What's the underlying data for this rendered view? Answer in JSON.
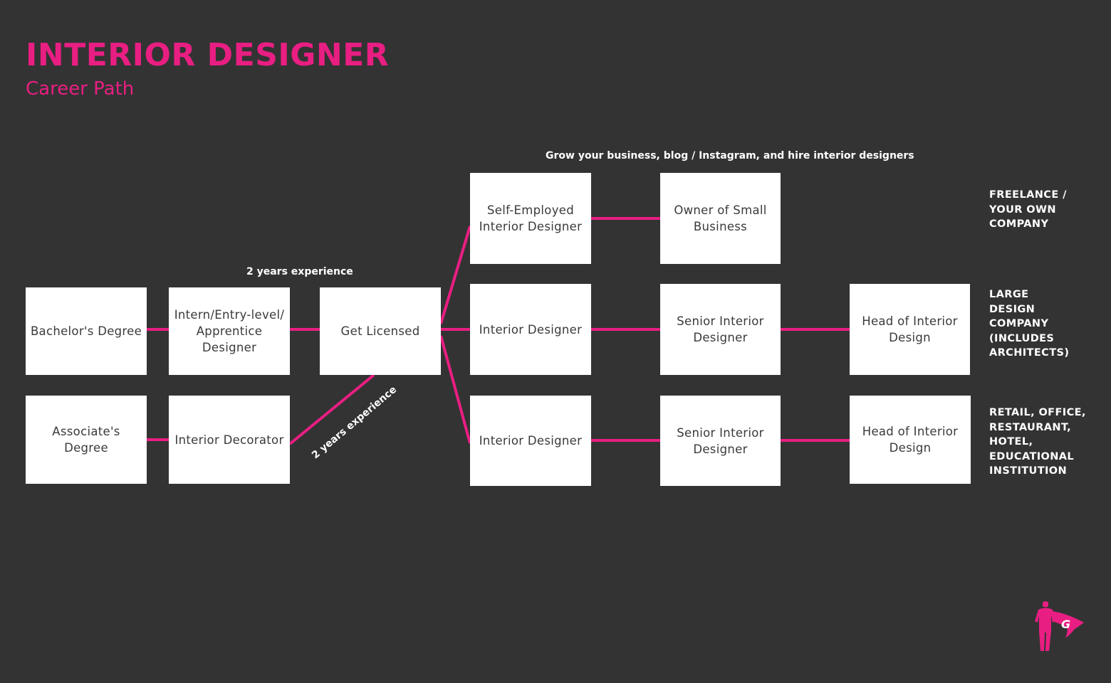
{
  "header": {
    "title": "INTERIOR DESIGNER",
    "subtitle": "Career Path"
  },
  "colors": {
    "background": "#333333",
    "accent": "#e91e82",
    "box": "#ffffff",
    "box_text": "#3a3a3a"
  },
  "notes": {
    "grow": "Grow your business, blog / Instagram, and hire interior designers",
    "experience_top": "2 years experience",
    "experience_diagonal": "2 years experience"
  },
  "boxes": {
    "bachelors": "Bachelor's Degree",
    "associates": "Associate's Degree",
    "intern": "Intern/Entry-level/ Apprentice Designer",
    "decorator": "Interior Decorator",
    "licensed": "Get Licensed",
    "self_employed": "Self-Employed Interior Designer",
    "owner": "Owner of Small Business",
    "designer_large": "Interior Designer",
    "senior_large": "Senior Interior Designer",
    "head_large": "Head of Interior Design",
    "designer_retail": "Interior Designer",
    "senior_retail": "Senior Interior Designer",
    "head_retail": "Head of Interior Design"
  },
  "categories": {
    "freelance": "FREELANCE / YOUR OWN COMPANY",
    "large": "LARGE DESIGN COMPANY (INCLUDES ARCHITECTS)",
    "retail": "RETAIL, OFFICE, RESTAURANT, HOTEL, EDUCATIONAL INSTITUTION"
  },
  "logo": {
    "icon": "superhero-logo-icon",
    "letter": "G"
  }
}
